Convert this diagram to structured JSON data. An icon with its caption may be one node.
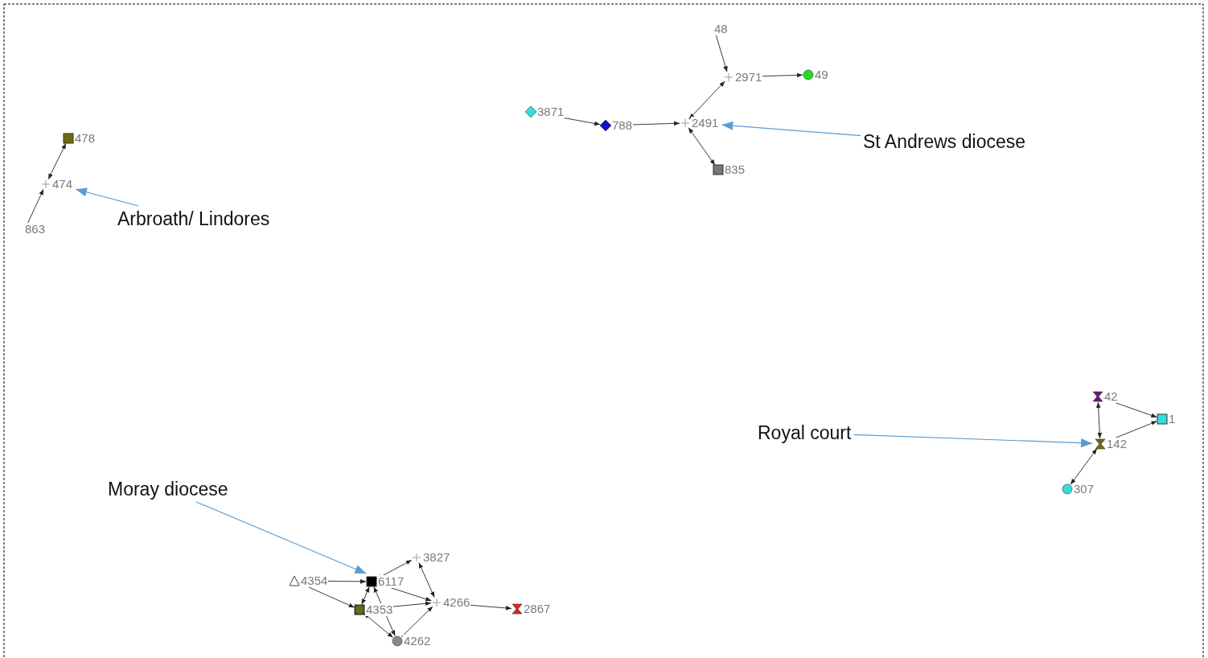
{
  "diagram": {
    "nodes": [
      {
        "text": [
          "478"
        ]
      },
      {
        "text": [
          "474"
        ]
      },
      {
        "text": [
          "863"
        ]
      },
      {
        "text": [
          "48"
        ]
      },
      {
        "text": [
          "2971"
        ]
      },
      {
        "text": [
          "49"
        ]
      },
      {
        "text": [
          "3871"
        ]
      },
      {
        "text": [
          "788"
        ]
      },
      {
        "text": [
          "2491"
        ]
      },
      {
        "text": [
          "835"
        ]
      },
      {
        "text": [
          "42"
        ]
      },
      {
        "text": [
          "1"
        ]
      },
      {
        "text": [
          "142"
        ]
      },
      {
        "text": [
          "307"
        ]
      },
      {
        "text": [
          "4354"
        ]
      },
      {
        "text": [
          "6117"
        ]
      },
      {
        "text": [
          "3827"
        ]
      },
      {
        "text": [
          "4353"
        ]
      },
      {
        "text": [
          "4266"
        ]
      },
      {
        "text": [
          "2867"
        ]
      },
      {
        "text": [
          "4262"
        ]
      },
      {
        "text": [
          "Arbroath/ Lindores"
        ]
      },
      {
        "text": [
          "St Andrews diocese"
        ]
      },
      {
        "text": [
          "Royal court"
        ]
      },
      {
        "text": [
          "Moray diocese"
        ]
      }
    ],
    "edges": [
      {
        "from": 0,
        "to": 1,
        "arrow": "both"
      },
      {
        "from": 1,
        "to": 2,
        "arrow": "both"
      },
      {
        "from": 3,
        "to": 4,
        "arrow": "both"
      },
      {
        "from": 4,
        "to": 5,
        "arrow": "to"
      },
      {
        "from": 6,
        "to": 7,
        "arrow": "to"
      },
      {
        "from": 7,
        "to": 8,
        "arrow": "to"
      },
      {
        "from": 8,
        "to": 4,
        "arrow": "both"
      },
      {
        "from": 8,
        "to": 9,
        "arrow": "both"
      },
      {
        "from": 10,
        "to": 12,
        "arrow": "both"
      },
      {
        "from": 10,
        "to": 11,
        "arrow": "to"
      },
      {
        "from": 12,
        "to": 11,
        "arrow": "to"
      },
      {
        "from": 13,
        "to": 12,
        "arrow": "both"
      },
      {
        "from": 14,
        "to": 15,
        "arrow": "to"
      },
      {
        "from": 14,
        "to": 17,
        "arrow": "to"
      },
      {
        "from": 17,
        "to": 15,
        "arrow": "both"
      },
      {
        "from": 15,
        "to": 20,
        "arrow": "both"
      },
      {
        "from": 17,
        "to": 20,
        "arrow": "both"
      },
      {
        "from": 15,
        "to": 16,
        "arrow": "both"
      },
      {
        "from": 16,
        "to": 18,
        "arrow": "both"
      },
      {
        "from": 15,
        "to": 18,
        "arrow": "to"
      },
      {
        "from": 17,
        "to": 18,
        "arrow": "to"
      },
      {
        "from": 20,
        "to": 18,
        "arrow": "to"
      },
      {
        "from": 18,
        "to": 19,
        "arrow": "to"
      },
      {
        "from": 21,
        "to": 1,
        "arrow": "to",
        "color": "#5b9bd5"
      },
      {
        "from": 22,
        "to": 8,
        "arrow": "to",
        "color": "#5b9bd5"
      },
      {
        "from": 23,
        "to": 12,
        "arrow": "to",
        "color": "#5b9bd5"
      },
      {
        "from": 24,
        "to": 15,
        "arrow": "to",
        "color": "#5b9bd5"
      }
    ]
  }
}
